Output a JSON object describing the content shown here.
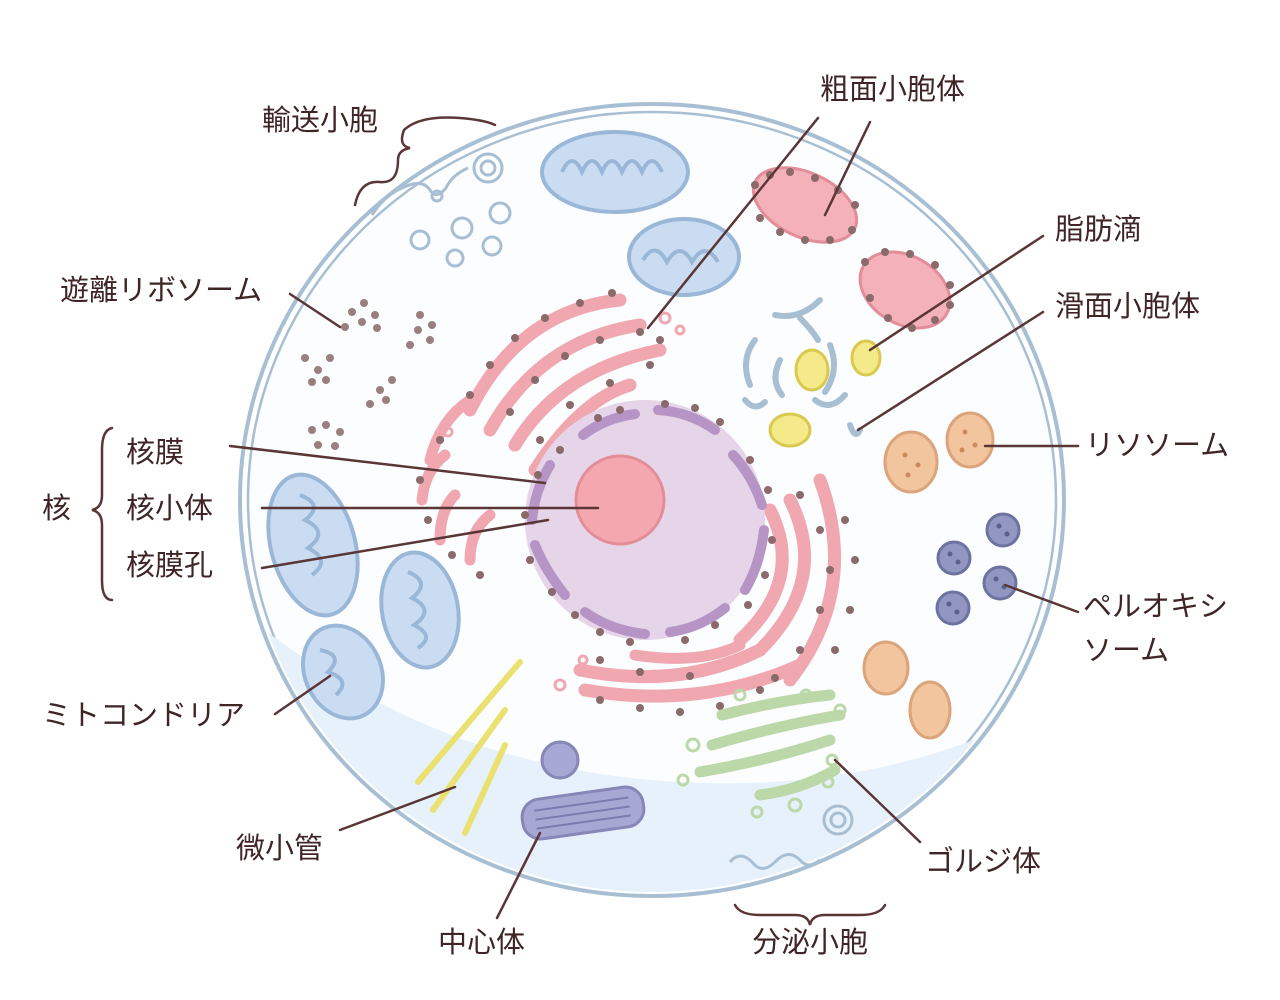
{
  "labels": {
    "transport_vesicle": "輸送小胞",
    "rough_er": "粗面小胞体",
    "lipid_droplet": "脂肪滴",
    "smooth_er": "滑面小胞体",
    "free_ribosome": "遊離リボソーム",
    "nucleus": "核",
    "nuclear_envelope": "核膜",
    "nucleolus": "核小体",
    "nuclear_pore": "核膜孔",
    "lysosome": "リソソーム",
    "peroxisome_1": "ペルオキシ",
    "peroxisome_2": "ソーム",
    "mitochondria": "ミトコンドリア",
    "microtubule": "微小管",
    "golgi": "ゴルジ体",
    "centrosome": "中心体",
    "secretory_vesicle": "分泌小胞"
  },
  "colors": {
    "line": "#5a3636",
    "membrane": "#a8bfd3",
    "cytoplasm": "#fbfdff",
    "cytoplasm_shade": "#e6f1fb",
    "er_pink": "#f1a7b0",
    "er_pink_dark": "#e38d99",
    "ribosome": "#8a6a6a",
    "nucleus_fill": "#e6d5e8",
    "nuclear_membrane": "#b695c6",
    "nucleolus": "#f4a7af",
    "mito_fill": "#c9dcf2",
    "mito_line": "#9bb7d8",
    "golgi": "#bcd8a8",
    "lysosome": "#f3c59f",
    "peroxisome": "#9197c0",
    "lipid": "#f4ea8a",
    "microtubule": "#eae171",
    "centrosome": "#a7a7d3"
  }
}
